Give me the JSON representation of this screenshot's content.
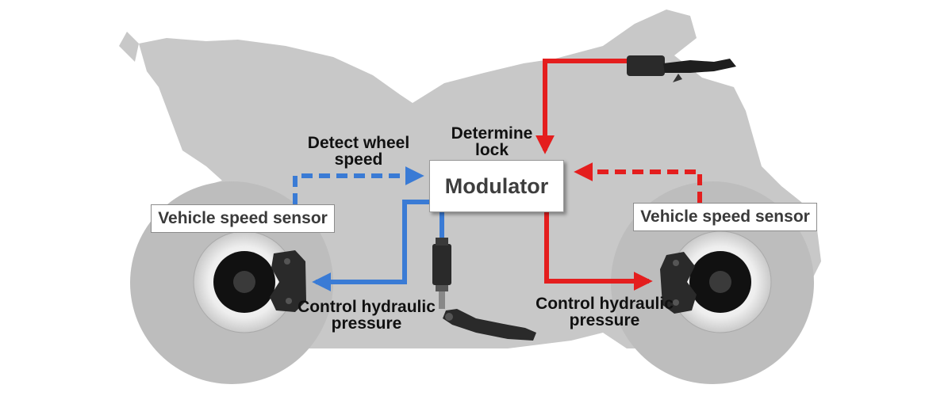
{
  "modulator": {
    "label": "Modulator"
  },
  "sensors": {
    "front": "Vehicle speed sensor",
    "rear": "Vehicle speed sensor"
  },
  "callouts": {
    "detect_wheel_speed": [
      "Detect wheel",
      "speed"
    ],
    "determine_lock": [
      "Determine",
      "lock"
    ],
    "control_hydraulic_front": [
      "Control hydraulic",
      "pressure"
    ],
    "control_hydraulic_rear": [
      "Control hydraulic",
      "pressure"
    ]
  },
  "colors": {
    "front_circuit": "#3a7bd5",
    "rear_circuit": "#e41e1e",
    "bike_silhouette": "#c8c8c8",
    "wheel_silhouette": "#bdbdbd",
    "disc": "#f2f2f2",
    "hub": "#111111",
    "caliper": "#2a2a2a"
  }
}
